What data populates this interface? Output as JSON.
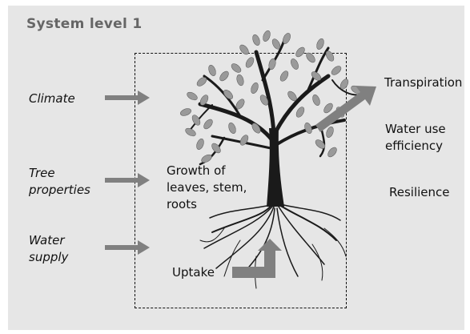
{
  "title": "System level 1",
  "inputs": {
    "climate": "Climate",
    "tree_properties_line1": "Tree",
    "tree_properties_line2": "properties",
    "water_supply_line1": "Water",
    "water_supply_line2": "supply"
  },
  "processes": {
    "growth_line1": "Growth of",
    "growth_line2": "leaves, stem,",
    "growth_line3": "roots",
    "uptake": "Uptake"
  },
  "outputs": {
    "transpiration": "Transpiration",
    "wue_line1": "Water use",
    "wue_line2": "efficiency",
    "resilience": "Resilience"
  },
  "colors": {
    "background": "#e6e6e6",
    "arrow": "#808080",
    "tree": "#1a1a1a",
    "leaf": "#9a9a9a"
  }
}
